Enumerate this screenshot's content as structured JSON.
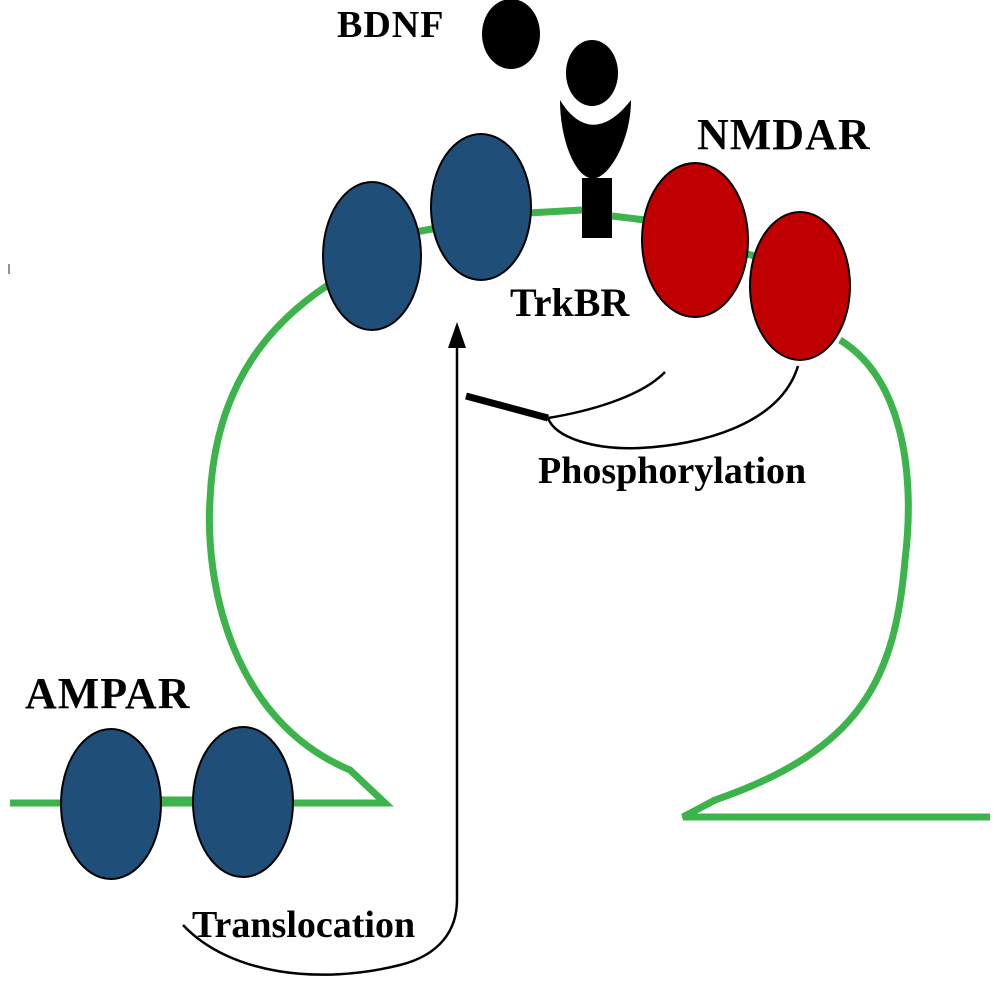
{
  "labels": {
    "bdnf": "BDNF",
    "nmdar": "NMDAR",
    "trkbr": "TrkBR",
    "phosphorylation": "Phosphorylation",
    "ampar": "AMPAR",
    "translocation": "Translocation"
  },
  "colors": {
    "membrane": "#3cb44b",
    "ampar": "#1f4e79",
    "nmdar": "#c00000",
    "ligand": "#000000",
    "arrow": "#000000"
  }
}
